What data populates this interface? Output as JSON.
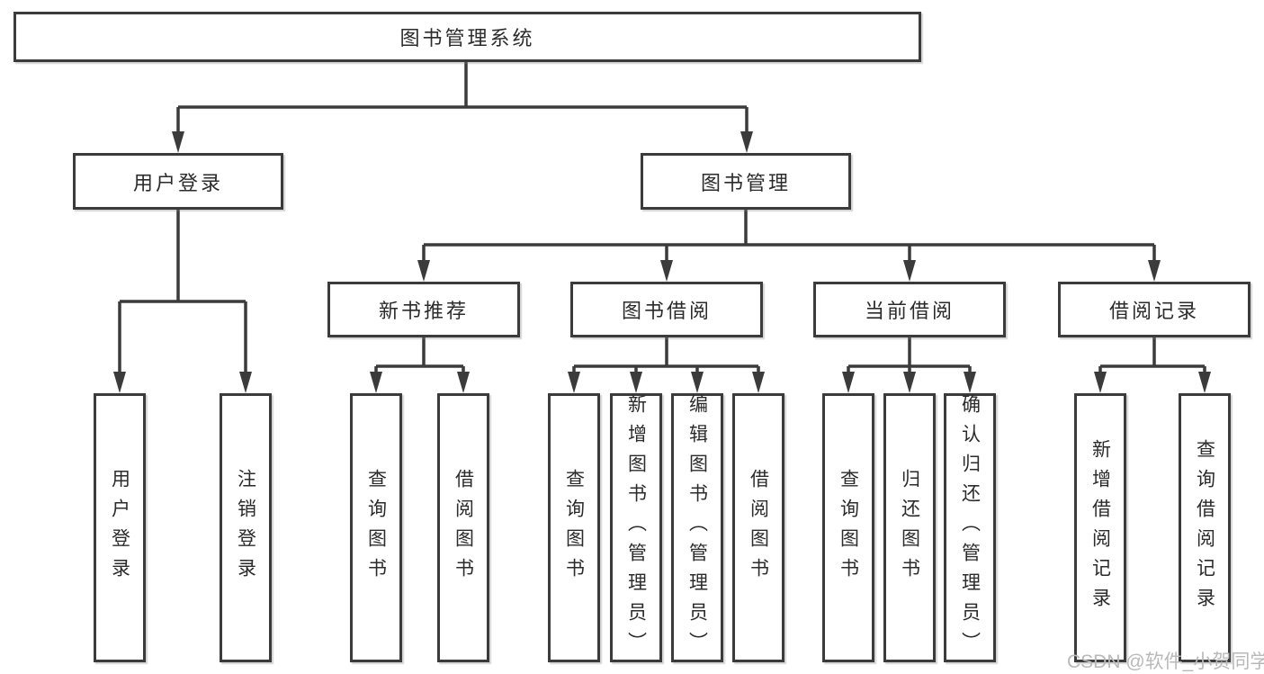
{
  "colors": {
    "line": "#3b3b3b",
    "text": "#2b2b2b",
    "background": "#ffffff",
    "watermark_text": "#b9b9b9"
  },
  "diagram": {
    "root": {
      "label": "图书管理系统"
    },
    "level1": [
      {
        "label": "用户登录"
      },
      {
        "label": "图书管理"
      }
    ],
    "level2": [
      {
        "label": "新书推荐"
      },
      {
        "label": "图书借阅"
      },
      {
        "label": "当前借阅"
      },
      {
        "label": "借阅记录"
      }
    ],
    "leaves": {
      "user_login": [
        {
          "label": "用户登录"
        },
        {
          "label": "注销登录"
        }
      ],
      "new_book_recommend": [
        {
          "label": "查询图书"
        },
        {
          "label": "借阅图书"
        }
      ],
      "book_borrow": [
        {
          "label": "查询图书"
        },
        {
          "label": "新增图书（管理员）"
        },
        {
          "label": "编辑图书（管理员）"
        },
        {
          "label": "借阅图书"
        }
      ],
      "current_borrow": [
        {
          "label": "查询图书"
        },
        {
          "label": "归还图书"
        },
        {
          "label": "确认归还（管理员）"
        }
      ],
      "borrow_record": [
        {
          "label": "新增借阅记录"
        },
        {
          "label": "查询借阅记录"
        }
      ]
    }
  },
  "watermark": {
    "text": "CSDN @软件_小贺同学"
  }
}
